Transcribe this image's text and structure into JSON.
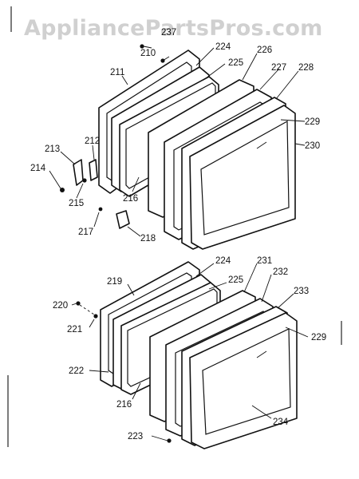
{
  "watermark": "AppliancePartsPros.com",
  "top_assembly": {
    "labels": [
      "237",
      "210",
      "211",
      "224",
      "225",
      "226",
      "227",
      "228",
      "229",
      "230",
      "212",
      "213",
      "214",
      "215",
      "216",
      "217",
      "218"
    ]
  },
  "bottom_assembly": {
    "labels": [
      "224",
      "231",
      "219",
      "225",
      "232",
      "233",
      "220",
      "221",
      "229",
      "222",
      "216",
      "234",
      "223"
    ]
  }
}
